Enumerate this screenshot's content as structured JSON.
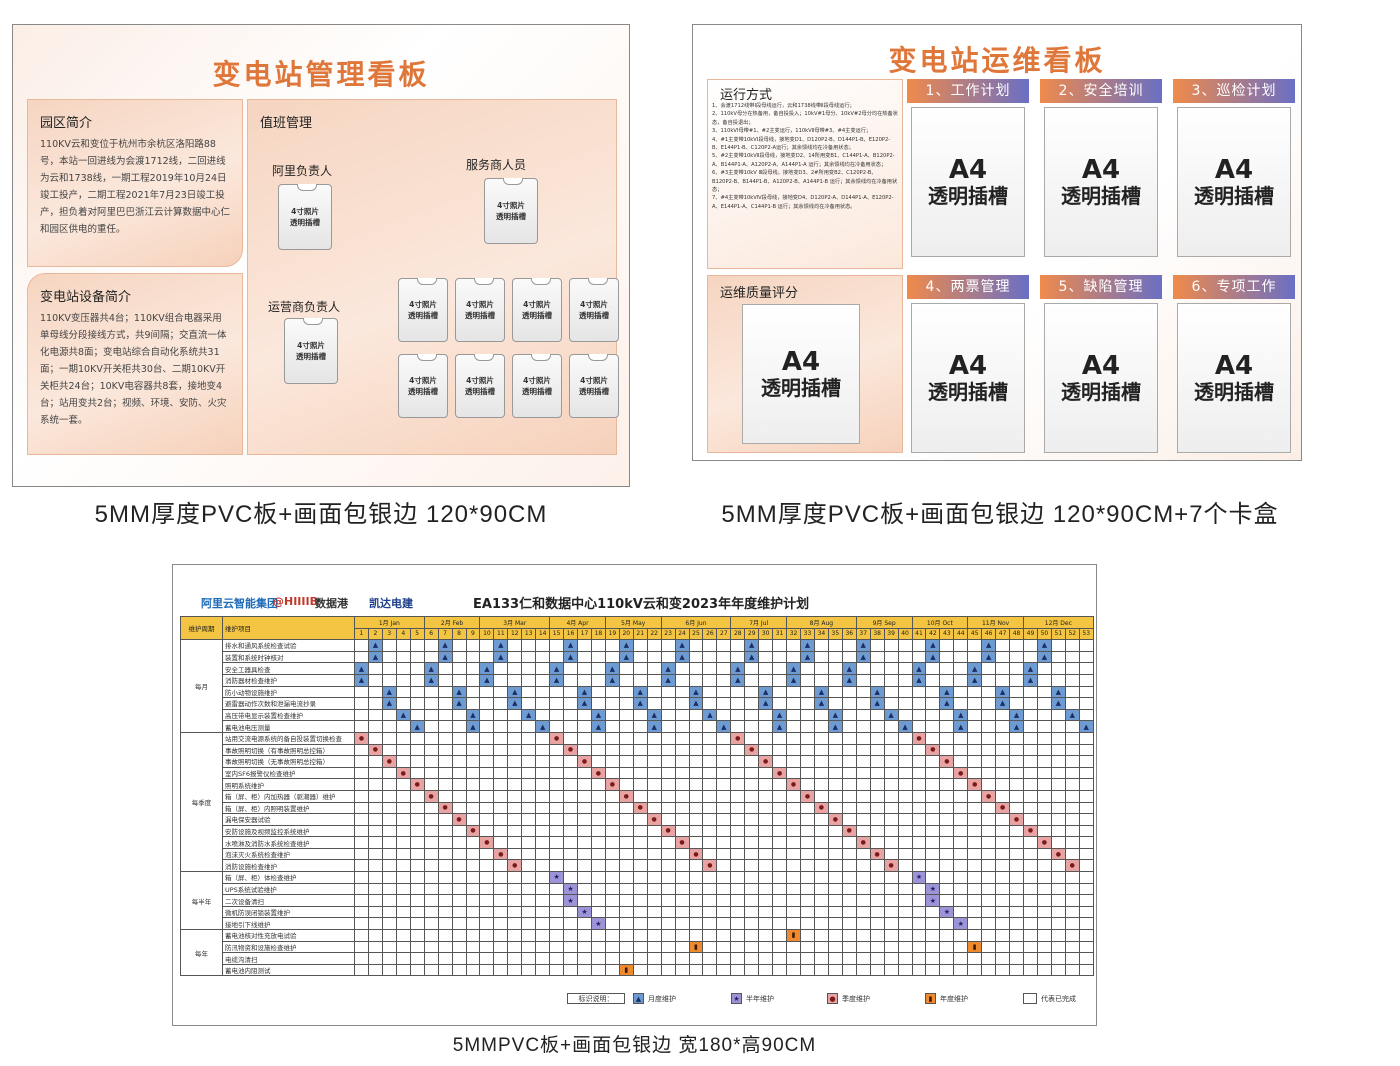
{
  "board1": {
    "title": "变电站管理看板",
    "panel_park": {
      "heading": "园区简介",
      "text": "110KV云和变位于杭州市余杭区洛阳路88号，本站一回进线为会渡1712线，二回进线为云和1738线，一期工程2019年10月24日竣工投产，二期工程2021年7月23日竣工投产，担负着对阿里巴巴浙江云计算数据中心仁和园区供电的重任。"
    },
    "panel_equip": {
      "heading": "变电站设备简介",
      "text": "110KV变压器共4台；110KV组合电器采用单母线分段接线方式，共9间隔；交直流一体化电源共8面；变电站综合自动化系统共31面；一期10KV开关柜共30台、二期10KV开关柜共24台；10KV电容器共8套，接地变4台；站用变共2台；视频、环境、安防、火灾系统一套。"
    },
    "duty": {
      "heading": "值班管理",
      "ali": "阿里负责人",
      "operator": "运营商负责人",
      "service": "服务商人员",
      "photo": "4寸照片\n透明插槽"
    },
    "caption": "5MM厚度PVC板+画面包银边 120*90CM"
  },
  "board2": {
    "title": "变电站运维看板",
    "run_heading": "运行方式",
    "run_lines": [
      "1、会渡1712线带Ⅰ段母线运行，云和1738线带Ⅱ段母线运行；",
      "2、110kV母分在热备用，备自投投入；10kV#1母分、10kV#2母分均在热备状态，备自投退出；",
      "3、110kVⅠ母带#1、#2主变运行，110kVⅡ母带#3、#4主变运行；",
      "4、#1主变带10kVⅠ段母线，接地变D1、D120P2-B、D144P1-B、E120P2-B、E144P1-B、C120P2-A运行；其余馈线均在冷备用状态；",
      "5、#2主变带10kVⅡ段母线，接地变D2、14所用变B1、C144P1-A、B120P2-A、B144P1-A、A120P2-A、A144P1-A 运行；其余馈线均在冷备用状态；",
      "6、#3主变带10kV Ⅲ段母线，接地变D3、2#所用变B2、C120P2-B、B120P2-B、B144P1-B、A120P2-B、A144P1-B 运行；其余馈线均在冷备用状态；",
      "7、#4主变带10kVⅣ段母线，接地变D4、D120P2-A、D144P1-A、E120P2-A、E144P1-A、C144P1-B 运行；其余馈线均在冷备用状态。"
    ],
    "quality": "运维质量评分",
    "headers": [
      "1、工作计划",
      "2、安全培训",
      "3、巡检计划",
      "4、两票管理",
      "5、缺陷管理",
      "6、专项工作"
    ],
    "slot_a4": "A4",
    "slot_text": "透明插槽",
    "caption": "5MM厚度PVC板+画面包银边 120*90CM+7个卡盒"
  },
  "board3": {
    "logos": [
      "阿里云智能集团",
      "@HIIIIB",
      "数据港",
      "凯达电建"
    ],
    "title": "EA133仁和数据中心110kV云和变2023年年度维护计划",
    "col_cycle": "维护周期",
    "col_item": "维护项目",
    "months": [
      "1月 Jan",
      "2月 Feb",
      "3月 Mar",
      "4月 Apr",
      "5月 May",
      "6月 Jun",
      "7月 Jul",
      "8月 Aug",
      "9月 Sep",
      "10月 Oct",
      "11月 Nov",
      "12月 Dec"
    ],
    "groups": [
      {
        "cycle": "每月",
        "items": [
          "排水和通风系统检查试验",
          "装置和系统时钟核对",
          "安全工器具检查",
          "消防器材检查维护",
          "防小动物设施维护",
          "避雷器动作次数和泄漏电流抄录",
          "高压带电显示装置检查维护",
          "蓄电池电压测量"
        ]
      },
      {
        "cycle": "每季度",
        "items": [
          "站用交流电源系统的备自投装置切换检查",
          "事故照明切换（有事故照明总控箱）",
          "事故照明切换（无事故照明总控箱）",
          "室内SF6报警仪检查维护",
          "照明系统维护",
          "箱（屏、柜）内加热器（驱潮器）维护",
          "箱（屏、柜）内照明装置维护",
          "漏电保安器试验",
          "安防设施及视频监控系统维护",
          "水喷淋及消防水系统检查维护",
          "泡沫灭火系统检查维护",
          "消防设施检查维护"
        ]
      },
      {
        "cycle": "每半年",
        "items": [
          "箱（屏、柜）体检查维护",
          "UPS系统试验维护",
          "二次设备清扫",
          "微机防误闭锁装置维护",
          "接地引下线维护"
        ]
      },
      {
        "cycle": "每年",
        "items": [
          "蓄电池核对性充放电试验",
          "防汛物资和设施检查维护",
          "电缆沟清扫",
          "蓄电池内阻测试"
        ]
      }
    ],
    "legend": {
      "label": "标识说明：",
      "monthly": "月度维护",
      "half": "半年维护",
      "quarter": "季度维护",
      "annual": "年度维护",
      "done": "代表已完成"
    },
    "caption": "5MMPVC板+画面包银边 宽180*高90CM",
    "colors": {
      "monthly": "#6e9cd2",
      "quarter": "#e8a3a3",
      "half": "#9b94d6",
      "annual": "#f08a2e"
    }
  }
}
